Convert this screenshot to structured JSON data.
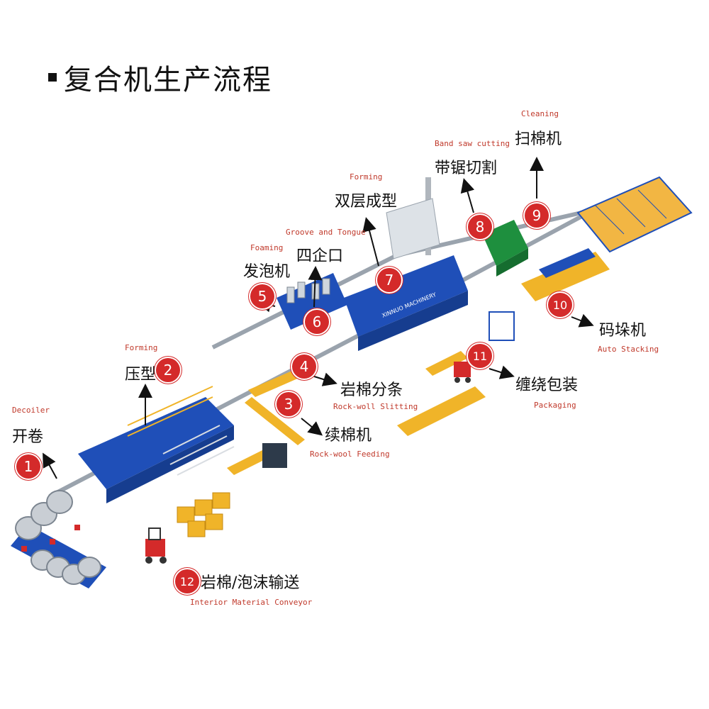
{
  "title": "复合机生产流程",
  "colors": {
    "badge": "#d42a2a",
    "frame": "#1f4fb8",
    "foam": "#f0b429",
    "rail": "#9aa3ad",
    "green_gantry": "#1e8f3e"
  },
  "steps": [
    {
      "num": "1",
      "zh": "开卷",
      "en": "Decoiler"
    },
    {
      "num": "2",
      "zh": "压型",
      "en": "Forming"
    },
    {
      "num": "3",
      "zh": "续棉机",
      "en": "Rock-wool Feeding"
    },
    {
      "num": "4",
      "zh": "岩棉分条",
      "en": "Rock-woll Slitting"
    },
    {
      "num": "5",
      "zh": "发泡机",
      "en": "Foaming"
    },
    {
      "num": "6",
      "zh": "四企口",
      "en": "Groove and Tongue"
    },
    {
      "num": "7",
      "zh": "双层成型",
      "en": "Forming"
    },
    {
      "num": "8",
      "zh": "带锯切割",
      "en": "Band saw cutting"
    },
    {
      "num": "9",
      "zh": "扫棉机",
      "en": "Cleaning"
    },
    {
      "num": "10",
      "zh": "码垛机",
      "en": "Auto Stacking"
    },
    {
      "num": "11",
      "zh": "缠绕包装",
      "en": "Packaging"
    },
    {
      "num": "12",
      "zh": "岩棉/泡沫输送",
      "en": "Interior Material Conveyor"
    }
  ],
  "machine_text": "XINNUO MACHINERY",
  "icons": [
    "arrow-icon",
    "forklift-icon",
    "steel-coil-icon"
  ]
}
